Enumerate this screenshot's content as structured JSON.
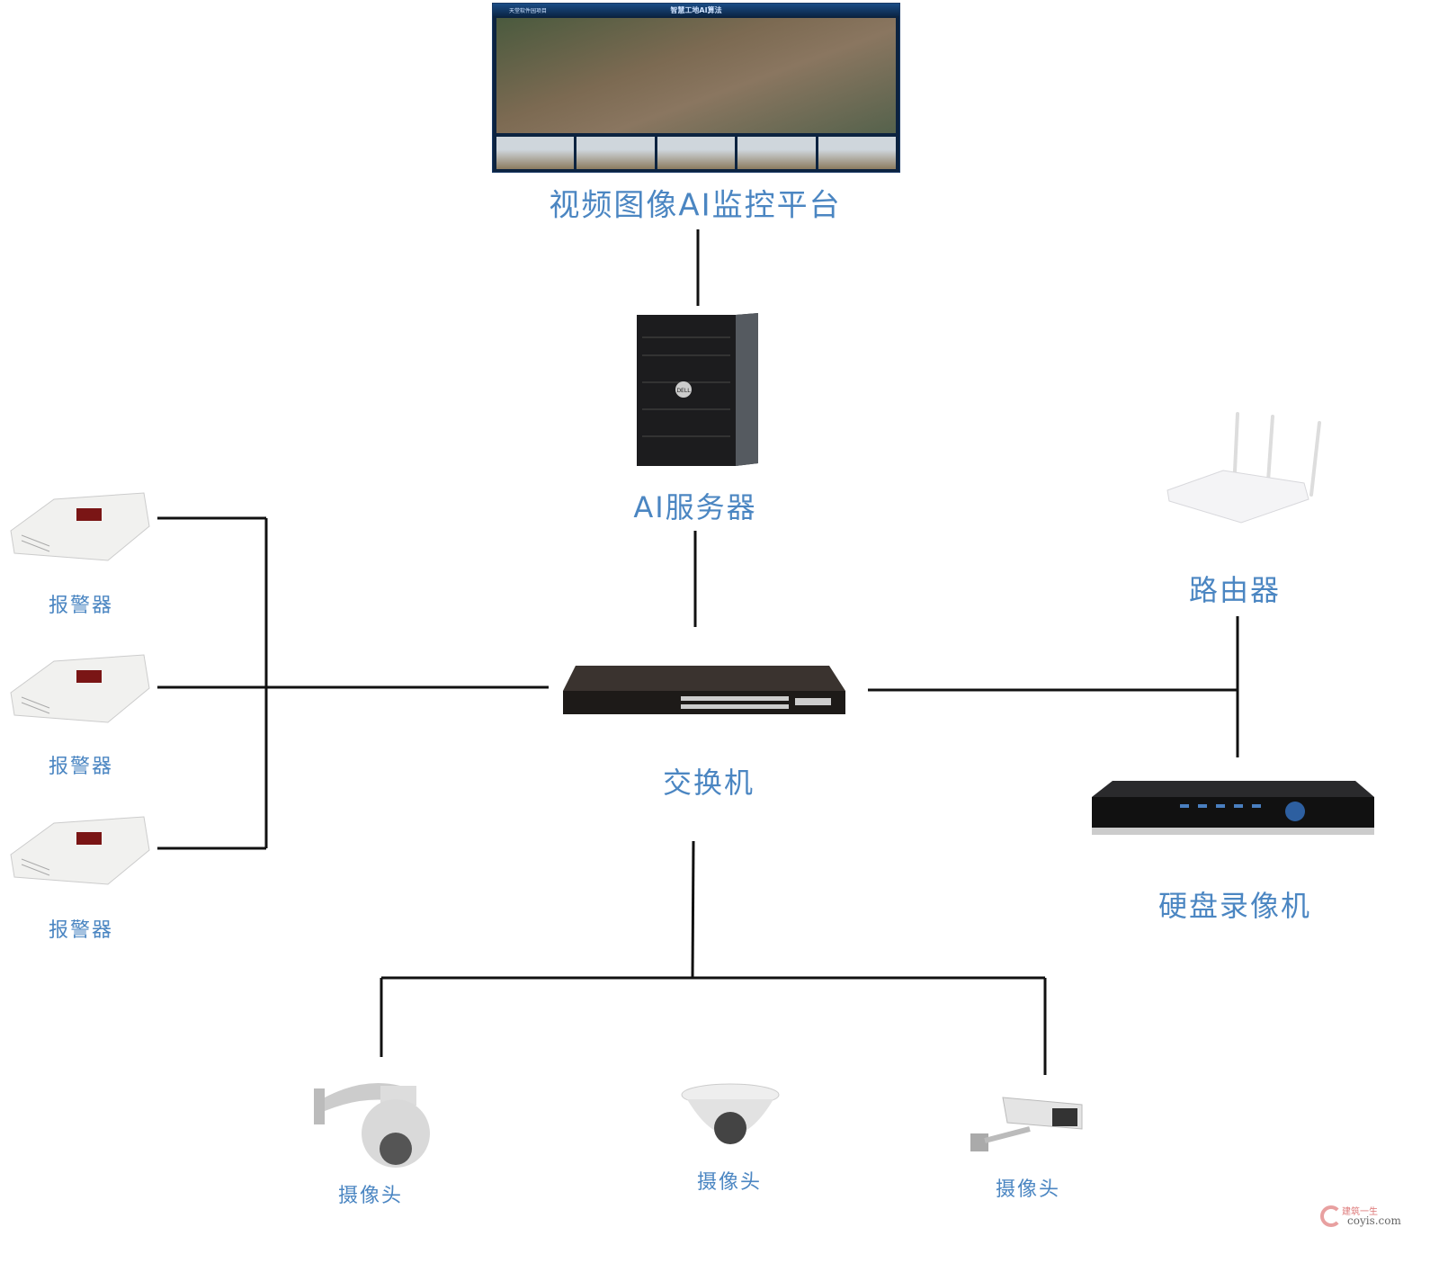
{
  "platform": {
    "label": "视频图像AI监控平台",
    "screen_title": "智慧工地AI算法",
    "screen_project": "天堂软件园项目"
  },
  "server": {
    "label": "AI服务器",
    "brand": "DELL"
  },
  "switch": {
    "label": "交换机"
  },
  "router": {
    "label": "路由器"
  },
  "dvr": {
    "label": "硬盘录像机"
  },
  "alarms": [
    {
      "label": "报警器"
    },
    {
      "label": "报警器"
    },
    {
      "label": "报警器"
    }
  ],
  "cameras": [
    {
      "label": "摄像头",
      "type": "ptz-dome"
    },
    {
      "label": "摄像头",
      "type": "dome"
    },
    {
      "label": "摄像头",
      "type": "bullet"
    }
  ],
  "watermark": {
    "cn": "建筑一生",
    "en": "coyis.com"
  },
  "colors": {
    "label": "#4b86c2",
    "line": "#111111"
  }
}
